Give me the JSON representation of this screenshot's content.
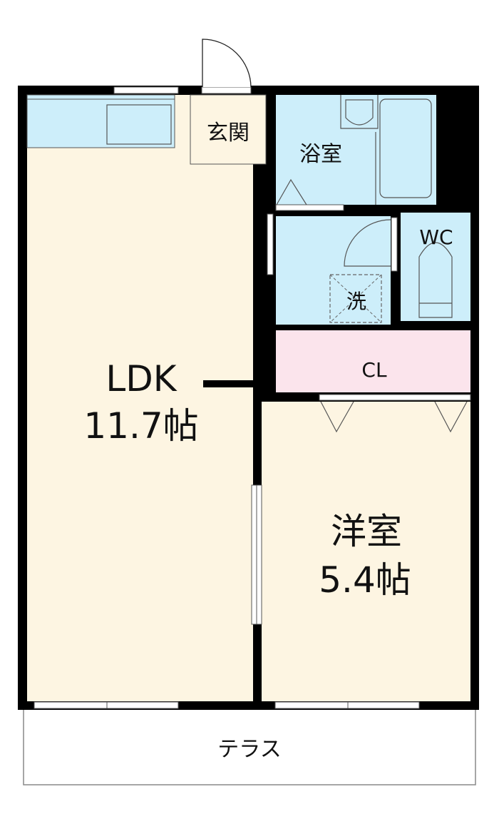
{
  "rooms": {
    "genkan": "玄関",
    "bath": "浴室",
    "wc": "WC",
    "washer": "洗",
    "closet": "CL",
    "ldk_name": "LDK",
    "ldk_size": "11.7帖",
    "western_name": "洋室",
    "western_size": "5.4帖",
    "terrace": "テラス"
  },
  "colors": {
    "wall": "#000000",
    "floor": "#fdf5e2",
    "wet_area": "#cdeefa",
    "closet": "#fbe4ec"
  }
}
